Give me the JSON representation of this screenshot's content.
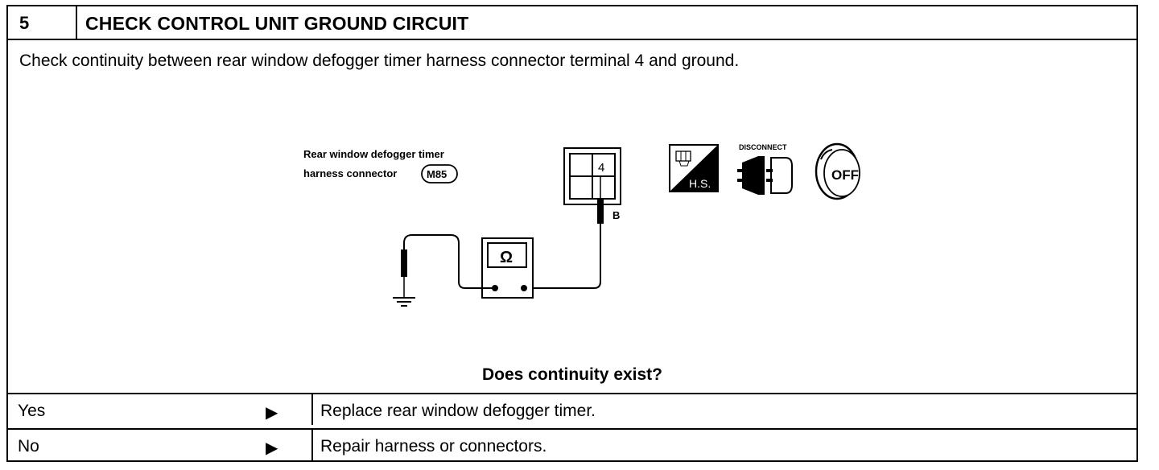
{
  "step": {
    "number": "5",
    "title": "CHECK CONTROL UNIT GROUND CIRCUIT"
  },
  "instruction": "Check continuity between rear window defogger timer harness connector terminal 4 and ground.",
  "diagram": {
    "connector_label_line1": "Rear window defogger timer",
    "connector_label_line2": "harness connector",
    "connector_id": "M85",
    "terminal_number": "4",
    "wire_color": "B",
    "meter_symbol": "Ω",
    "icons": {
      "harness_side_icon": "harness-side-icon",
      "harness_side_text": "H.S.",
      "disconnect_icon": "disconnect-icon",
      "disconnect_text": "DISCONNECT",
      "ignition_off_icon": "ignition-off-icon",
      "ignition_off_text": "OFF"
    }
  },
  "question": "Does continuity exist?",
  "results": [
    {
      "answer": "Yes",
      "arrow": "▶",
      "action": "Replace rear window defogger timer."
    },
    {
      "answer": "No",
      "arrow": "▶",
      "action": "Repair harness or connectors."
    }
  ]
}
